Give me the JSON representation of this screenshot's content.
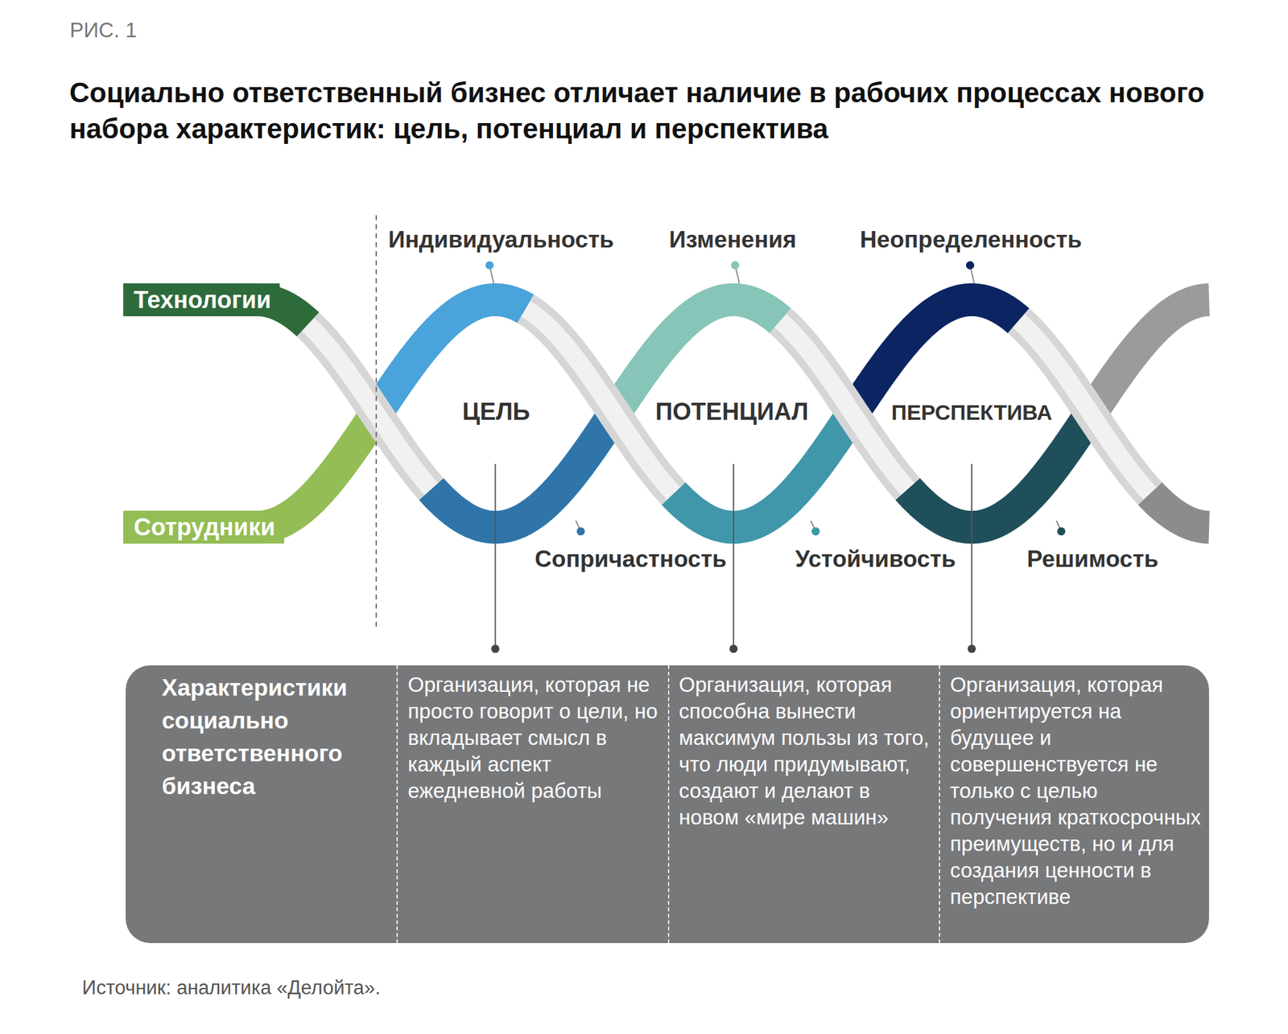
{
  "diagram": {
    "title": "Социально ответственный бизнес отличает наличие в рабочих процессах нового набора характеристик: цель, потенциал и перспектива",
    "caption": "Источник: аналитика «Делойта».",
    "nodes": [
      {
        "text": [
          "Технологии"
        ]
      },
      {
        "text": [
          "Сотрудники"
        ]
      },
      {
        "text": [
          "Характеристики социально ответственного бизнеса"
        ]
      },
      {
        "text": [
          "Организация, которая не просто говорит о цели, но вкладывает смысл в каждый аспект ежедневной работы"
        ],
        "in": 2
      },
      {
        "text": [
          "Организация, которая способна вынести максимум пользы из того, что люди придумывают, создают и делают в новом «мире машин»"
        ],
        "in": 2
      },
      {
        "text": [
          "Организация, которая ориентируется на будущее и совершенствуется не только с целью получения краткосрочных преимуществ, но и для создания ценности в перспективе"
        ],
        "in": 2
      }
    ],
    "labels": [
      "РИС. 1",
      "Индивидуальность",
      "Изменения",
      "Неопределенность",
      "ЦЕЛЬ",
      "ПОТЕНЦИАЛ",
      "ПЕРСПЕКТИВА",
      "Сопричастность",
      "Устойчивость",
      "Решимость"
    ]
  }
}
